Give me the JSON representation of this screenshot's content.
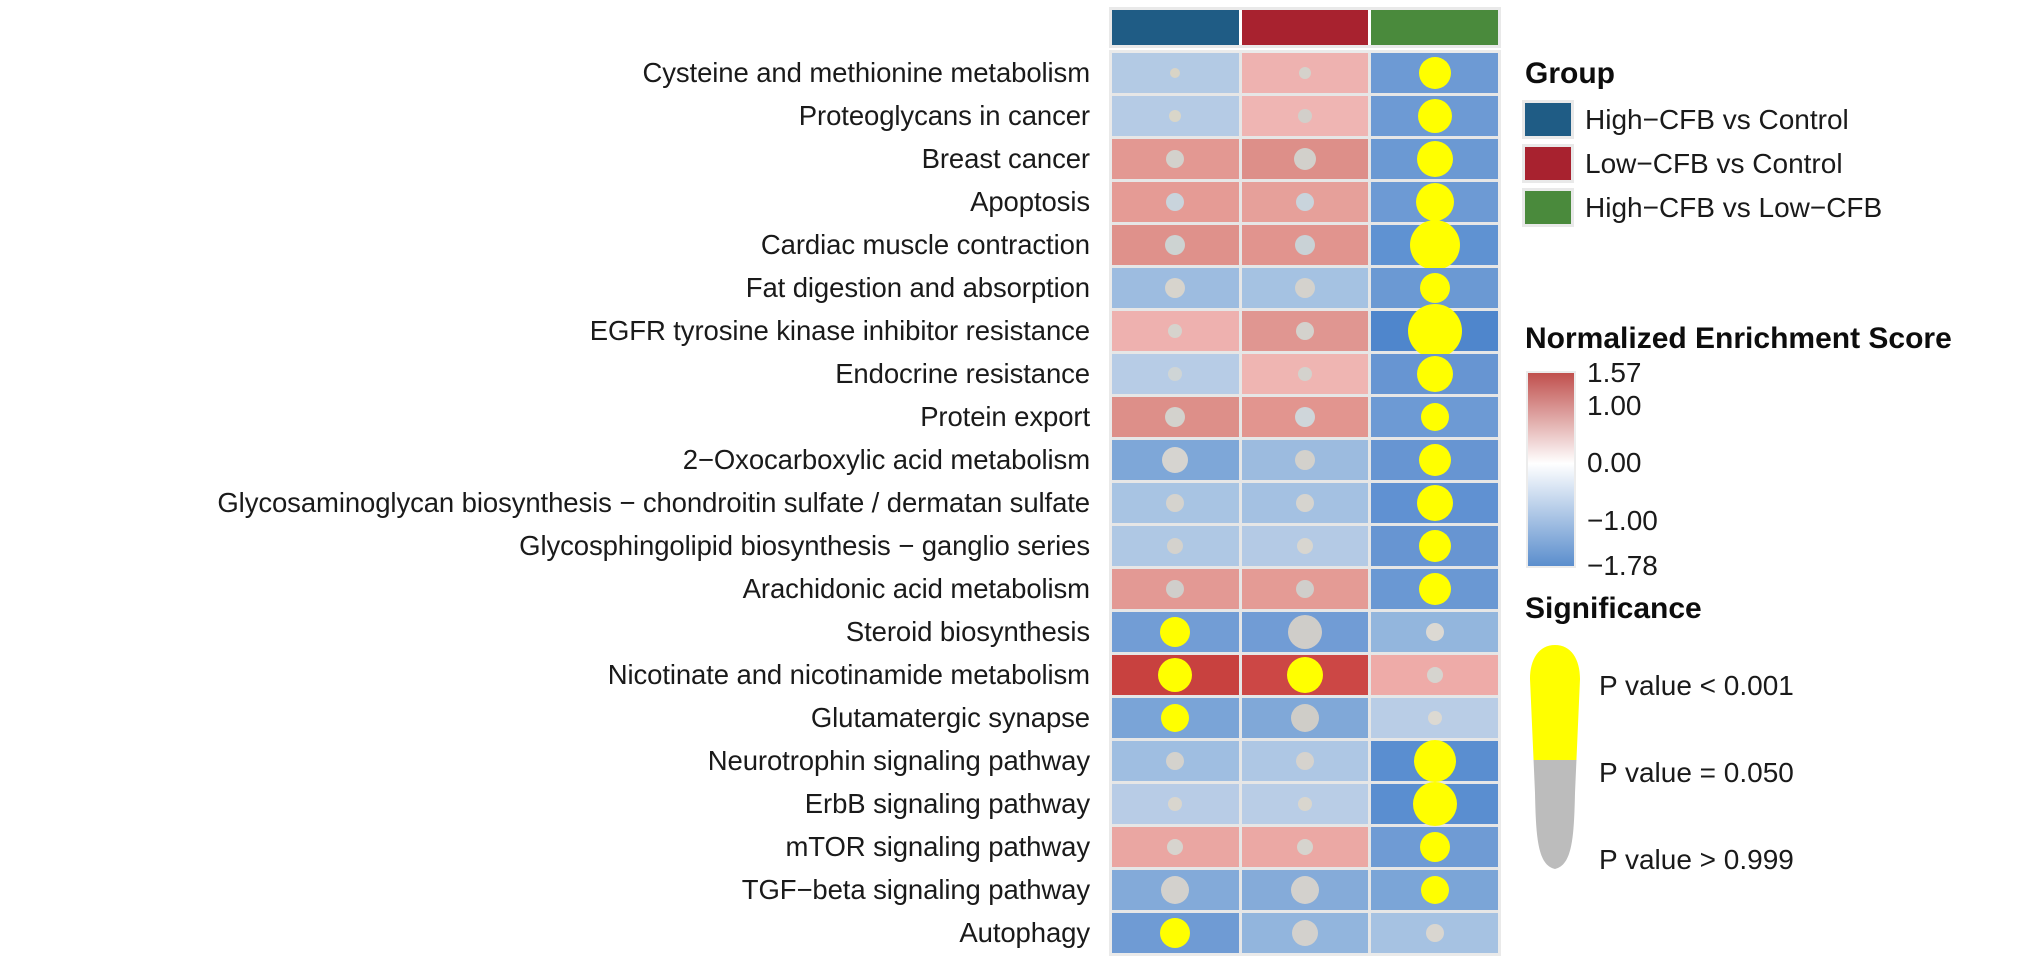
{
  "chart_data": {
    "type": "heatmap",
    "title": "",
    "xlabel": "",
    "ylabel": "",
    "legend_position": "right",
    "grid": true,
    "columns": [
      "High-CFB vs Control",
      "Low-CFB vs Control",
      "High-CFB vs Low-CFB"
    ],
    "column_colors": [
      "#1f5c85",
      "#a8222f",
      "#4a8a3c"
    ],
    "categories": [
      "Cysteine and methionine metabolism",
      "Proteoglycans in cancer",
      "Breast cancer",
      "Apoptosis",
      "Cardiac muscle contraction",
      "Fat digestion and absorption",
      "EGFR tyrosine kinase inhibitor resistance",
      "Endocrine resistance",
      "Protein export",
      "2−Oxocarboxylic acid metabolism",
      "Glycosaminoglycan biosynthesis − chondroitin sulfate / dermatan sulfate",
      "Glycosphingolipid biosynthesis − ganglio series",
      "Arachidonic acid metabolism",
      "Steroid biosynthesis",
      "Nicotinate and nicotinamide metabolism",
      "Glutamatergic synapse",
      "Neurotrophin signaling pathway",
      "ErbB signaling pathway",
      "mTOR signaling pathway",
      "TGF−beta signaling pathway",
      "Autophagy"
    ],
    "nes_min": -1.78,
    "nes_max": 1.57,
    "cells": [
      [
        {
          "nes": -0.62,
          "sig": 0.1,
          "color": "#b3cae4",
          "dot": "#d9d4c6",
          "r": 5
        },
        {
          "nes": 0.7,
          "sig": 0.12,
          "color": "#eeb2b0",
          "dot": "#d5d2cb",
          "r": 6
        },
        {
          "nes": -1.3,
          "sig": 0.002,
          "color": "#6d9ad4",
          "dot": "#ffff00",
          "r": 16
        }
      ],
      [
        {
          "nes": -0.6,
          "sig": 0.15,
          "color": "#b5cbe5",
          "dot": "#d9d6c9",
          "r": 6
        },
        {
          "nes": 0.66,
          "sig": 0.14,
          "color": "#efb5b3",
          "dot": "#d2cfca",
          "r": 7
        },
        {
          "nes": -1.32,
          "sig": 0.002,
          "color": "#6d9ad4",
          "dot": "#ffff00",
          "r": 17
        }
      ],
      [
        {
          "nes": 0.92,
          "sig": 0.3,
          "color": "#e39892",
          "dot": "#d3d1cc",
          "r": 9
        },
        {
          "nes": 1.02,
          "sig": 0.35,
          "color": "#dd8f89",
          "dot": "#d2d0cb",
          "r": 11
        },
        {
          "nes": -1.34,
          "sig": 0.001,
          "color": "#6b99d3",
          "dot": "#ffff00",
          "r": 18
        }
      ],
      [
        {
          "nes": 0.88,
          "sig": 0.25,
          "color": "#e59b95",
          "dot": "#c9d4dc",
          "r": 9
        },
        {
          "nes": 0.86,
          "sig": 0.25,
          "color": "#e6a09a",
          "dot": "#c9d4dc",
          "r": 9
        },
        {
          "nes": -1.3,
          "sig": 0.001,
          "color": "#6d9ad4",
          "dot": "#ffff00",
          "r": 19
        }
      ],
      [
        {
          "nes": 0.98,
          "sig": 0.28,
          "color": "#df918b",
          "dot": "#cdd3d2",
          "r": 10
        },
        {
          "nes": 0.95,
          "sig": 0.28,
          "color": "#e1948e",
          "dot": "#c9d2d6",
          "r": 10
        },
        {
          "nes": -1.42,
          "sig": 0.0005,
          "color": "#5f92d2",
          "dot": "#ffff00",
          "r": 25
        }
      ],
      [
        {
          "nes": -0.8,
          "sig": 0.3,
          "color": "#9dbce0",
          "dot": "#d7d4cd",
          "r": 10
        },
        {
          "nes": -0.7,
          "sig": 0.28,
          "color": "#a5c2e2",
          "dot": "#d4d2cd",
          "r": 10
        },
        {
          "nes": -1.32,
          "sig": 0.004,
          "color": "#6b99d3",
          "dot": "#ffff00",
          "r": 15
        }
      ],
      [
        {
          "nes": 0.62,
          "sig": 0.16,
          "color": "#eeb1af",
          "dot": "#d6d3cd",
          "r": 7
        },
        {
          "nes": 0.94,
          "sig": 0.22,
          "color": "#e09691",
          "dot": "#d4d2cd",
          "r": 9
        },
        {
          "nes": -1.64,
          "sig": 0.0002,
          "color": "#4f86cc",
          "dot": "#ffff00",
          "r": 27
        }
      ],
      [
        {
          "nes": -0.56,
          "sig": 0.12,
          "color": "#b7cce6",
          "dot": "#cfd5d6",
          "r": 7
        },
        {
          "nes": 0.64,
          "sig": 0.14,
          "color": "#efb5b2",
          "dot": "#d4d2cd",
          "r": 7
        },
        {
          "nes": -1.36,
          "sig": 0.002,
          "color": "#6795d2",
          "dot": "#ffff00",
          "r": 18
        }
      ],
      [
        {
          "nes": 1.02,
          "sig": 0.3,
          "color": "#dd8f89",
          "dot": "#d3d2cd",
          "r": 10
        },
        {
          "nes": 0.92,
          "sig": 0.28,
          "color": "#e2958f",
          "dot": "#cfd6da",
          "r": 10
        },
        {
          "nes": -1.28,
          "sig": 0.004,
          "color": "#6d9ad4",
          "dot": "#ffff00",
          "r": 14
        }
      ],
      [
        {
          "nes": -1.1,
          "sig": 0.45,
          "color": "#7ea7d8",
          "dot": "#d6d4d0",
          "r": 13
        },
        {
          "nes": -0.82,
          "sig": 0.3,
          "color": "#9cbbdf",
          "dot": "#d3d1cc",
          "r": 10
        },
        {
          "nes": -1.38,
          "sig": 0.003,
          "color": "#6795d2",
          "dot": "#ffff00",
          "r": 16
        }
      ],
      [
        {
          "nes": -0.72,
          "sig": 0.22,
          "color": "#a8c4e3",
          "dot": "#d5d3ce",
          "r": 9
        },
        {
          "nes": -0.74,
          "sig": 0.25,
          "color": "#a4c1e2",
          "dot": "#d6d4cf",
          "r": 9
        },
        {
          "nes": -1.42,
          "sig": 0.001,
          "color": "#6091d2",
          "dot": "#ffff00",
          "r": 18
        }
      ],
      [
        {
          "nes": -0.66,
          "sig": 0.18,
          "color": "#afc8e4",
          "dot": "#d4d2cd",
          "r": 8
        },
        {
          "nes": -0.6,
          "sig": 0.16,
          "color": "#b4cae5",
          "dot": "#d8d6d0",
          "r": 8
        },
        {
          "nes": -1.36,
          "sig": 0.002,
          "color": "#6795d2",
          "dot": "#ffff00",
          "r": 16
        }
      ],
      [
        {
          "nes": 0.9,
          "sig": 0.26,
          "color": "#e39994",
          "dot": "#d0cecb",
          "r": 9
        },
        {
          "nes": 0.88,
          "sig": 0.26,
          "color": "#e49b95",
          "dot": "#d0cecb",
          "r": 9
        },
        {
          "nes": -1.3,
          "sig": 0.003,
          "color": "#6a98d3",
          "dot": "#ffff00",
          "r": 16
        }
      ],
      [
        {
          "nes": -1.2,
          "sig": 0.0008,
          "color": "#729dd5",
          "dot": "#ffff00",
          "r": 15
        },
        {
          "nes": -1.22,
          "sig": 0.55,
          "color": "#719cd5",
          "dot": "#cfcdc9",
          "r": 17
        },
        {
          "nes": -0.88,
          "sig": 0.2,
          "color": "#93b6dd",
          "dot": "#dcd9d3",
          "r": 9
        }
      ],
      [
        {
          "nes": 1.55,
          "sig": 0.0006,
          "color": "#c8413f",
          "dot": "#ffff00",
          "r": 17
        },
        {
          "nes": 1.5,
          "sig": 0.0006,
          "color": "#cc4745",
          "dot": "#ffff00",
          "r": 18
        },
        {
          "nes": 0.7,
          "sig": 0.2,
          "color": "#eeaba8",
          "dot": "#d6d4cf",
          "r": 8
        }
      ],
      [
        {
          "nes": -1.14,
          "sig": 0.0009,
          "color": "#7aa4d7",
          "dot": "#ffff00",
          "r": 14
        },
        {
          "nes": -1.08,
          "sig": 0.5,
          "color": "#80a8d8",
          "dot": "#cfcdc8",
          "r": 14
        },
        {
          "nes": -0.52,
          "sig": 0.16,
          "color": "#b9cde6",
          "dot": "#dcd9d2",
          "r": 7
        }
      ],
      [
        {
          "nes": -0.78,
          "sig": 0.26,
          "color": "#9fbee1",
          "dot": "#d4d2cd",
          "r": 9
        },
        {
          "nes": -0.66,
          "sig": 0.22,
          "color": "#aec7e4",
          "dot": "#d6d3ce",
          "r": 9
        },
        {
          "nes": -1.5,
          "sig": 0.0004,
          "color": "#5a8ed0",
          "dot": "#ffff00",
          "r": 21
        }
      ],
      [
        {
          "nes": -0.54,
          "sig": 0.12,
          "color": "#b8cce6",
          "dot": "#d9d6ce",
          "r": 7
        },
        {
          "nes": -0.52,
          "sig": 0.12,
          "color": "#b9cde6",
          "dot": "#d9d6ce",
          "r": 7
        },
        {
          "nes": -1.52,
          "sig": 0.0004,
          "color": "#5a8ed0",
          "dot": "#ffff00",
          "r": 22
        }
      ],
      [
        {
          "nes": 0.74,
          "sig": 0.18,
          "color": "#eaa6a2",
          "dot": "#d7d4ce",
          "r": 8
        },
        {
          "nes": 0.72,
          "sig": 0.18,
          "color": "#eba8a4",
          "dot": "#d6d4ce",
          "r": 8
        },
        {
          "nes": -1.24,
          "sig": 0.003,
          "color": "#6f9bd4",
          "dot": "#ffff00",
          "r": 15
        }
      ],
      [
        {
          "nes": -1.06,
          "sig": 0.48,
          "color": "#83aad9",
          "dot": "#d3d1cd",
          "r": 14
        },
        {
          "nes": -1.04,
          "sig": 0.48,
          "color": "#85abd9",
          "dot": "#d3d1cd",
          "r": 14
        },
        {
          "nes": -1.1,
          "sig": 0.005,
          "color": "#7ba5d7",
          "dot": "#ffff00",
          "r": 14
        }
      ],
      [
        {
          "nes": -1.24,
          "sig": 0.0009,
          "color": "#6f9bd4",
          "dot": "#ffff00",
          "r": 15
        },
        {
          "nes": -0.9,
          "sig": 0.45,
          "color": "#92b5dd",
          "dot": "#d3d1cd",
          "r": 13
        },
        {
          "nes": -0.7,
          "sig": 0.2,
          "color": "#a6c2e2",
          "dot": "#d9d6d0",
          "r": 9
        }
      ]
    ]
  },
  "legend": {
    "group": {
      "title": "Group",
      "items": [
        {
          "label": "High−CFB vs Control",
          "color": "#1f5c85"
        },
        {
          "label": "Low−CFB vs Control",
          "color": "#a8222f"
        },
        {
          "label": "High−CFB vs Low−CFB",
          "color": "#4a8a3c"
        }
      ]
    },
    "nes": {
      "title": "Normalized Enrichment Score",
      "ticks": [
        "1.57",
        "1.00",
        "0.00",
        "−1.00",
        "−1.78"
      ],
      "high_color": "#c0504d",
      "mid_color": "#ffffff",
      "low_color": "#5b8ecd"
    },
    "significance": {
      "title": "Significance",
      "items": [
        "P value < 0.001",
        "P value = 0.050",
        "P value > 0.999"
      ],
      "sig_color": "#ffff00",
      "nonsig_color": "#bcbcbc"
    }
  }
}
